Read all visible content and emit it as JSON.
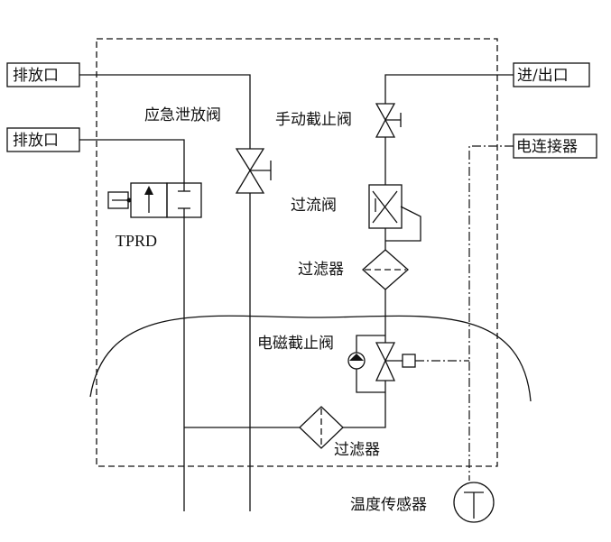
{
  "labels": {
    "exhaust_port_1": "排放口",
    "exhaust_port_2": "排放口",
    "inlet_outlet": "进/出口",
    "emergency_relief_valve": "应急泄放阀",
    "manual_shutoff_valve": "手动截止阀",
    "electrical_connector": "电连接器",
    "excess_flow_valve": "过流阀",
    "filter_upper": "过滤器",
    "tprd": "TPRD",
    "solenoid_shutoff_valve": "电磁截止阀",
    "filter_lower": "过滤器",
    "temperature_sensor": "温度传感器"
  }
}
